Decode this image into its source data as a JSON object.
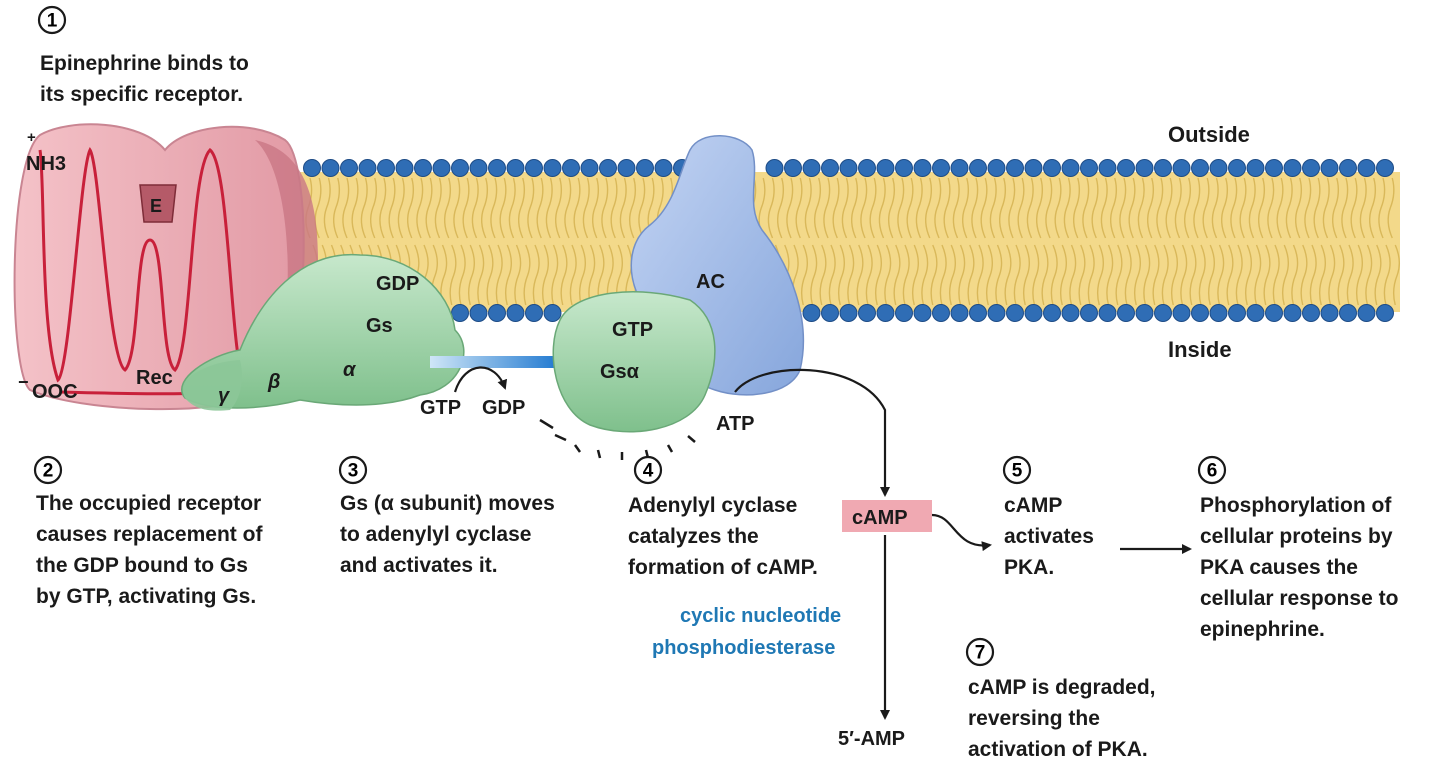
{
  "steps": [
    {
      "num": "1",
      "lines": [
        "Epinephrine binds to",
        "its specific receptor."
      ]
    },
    {
      "num": "2",
      "lines": [
        "The occupied receptor",
        "causes replacement of",
        "the GDP bound to Gs",
        "by GTP, activating Gs."
      ]
    },
    {
      "num": "3",
      "lines": [
        "Gs (α subunit) moves",
        "to adenylyl cyclase",
        "and activates it."
      ]
    },
    {
      "num": "4",
      "lines": [
        "Adenylyl cyclase",
        "catalyzes the",
        "formation of cAMP."
      ]
    },
    {
      "num": "5",
      "lines": [
        "cAMP",
        "activates",
        "PKA."
      ]
    },
    {
      "num": "6",
      "lines": [
        "Phosphorylation of",
        "cellular proteins by",
        "PKA causes the",
        "cellular response to",
        "epinephrine."
      ]
    },
    {
      "num": "7",
      "lines": [
        "cAMP is degraded,",
        "reversing the",
        "activation of PKA."
      ]
    }
  ],
  "labels": {
    "outside": "Outside",
    "inside": "Inside",
    "nh3": "NH3",
    "ooc": "OOC",
    "rec": "Rec",
    "e": "E",
    "gdp": "GDP",
    "gs": "Gs",
    "alpha": "α",
    "beta": "β",
    "gamma": "γ",
    "gtp_in": "GTP",
    "gdp_out": "GDP",
    "gtp_bound": "GTP",
    "gsalpha": "Gsα",
    "ac": "AC",
    "atp": "ATP",
    "camp": "cAMP",
    "pde_line1": "cyclic nucleotide",
    "pde_line2": "phosphodiesterase",
    "amp": "5′-AMP"
  },
  "colors": {
    "receptor": "#e8a4ae",
    "receptor_line": "#c8203a",
    "gprotein": "#9fd3a8",
    "ac": "#9fb8e6",
    "lipid_head": "#2f6db5",
    "lipid_tail": "#f3d98a",
    "camp_box": "#f0a9b2",
    "pde_text": "#1f78b4"
  }
}
